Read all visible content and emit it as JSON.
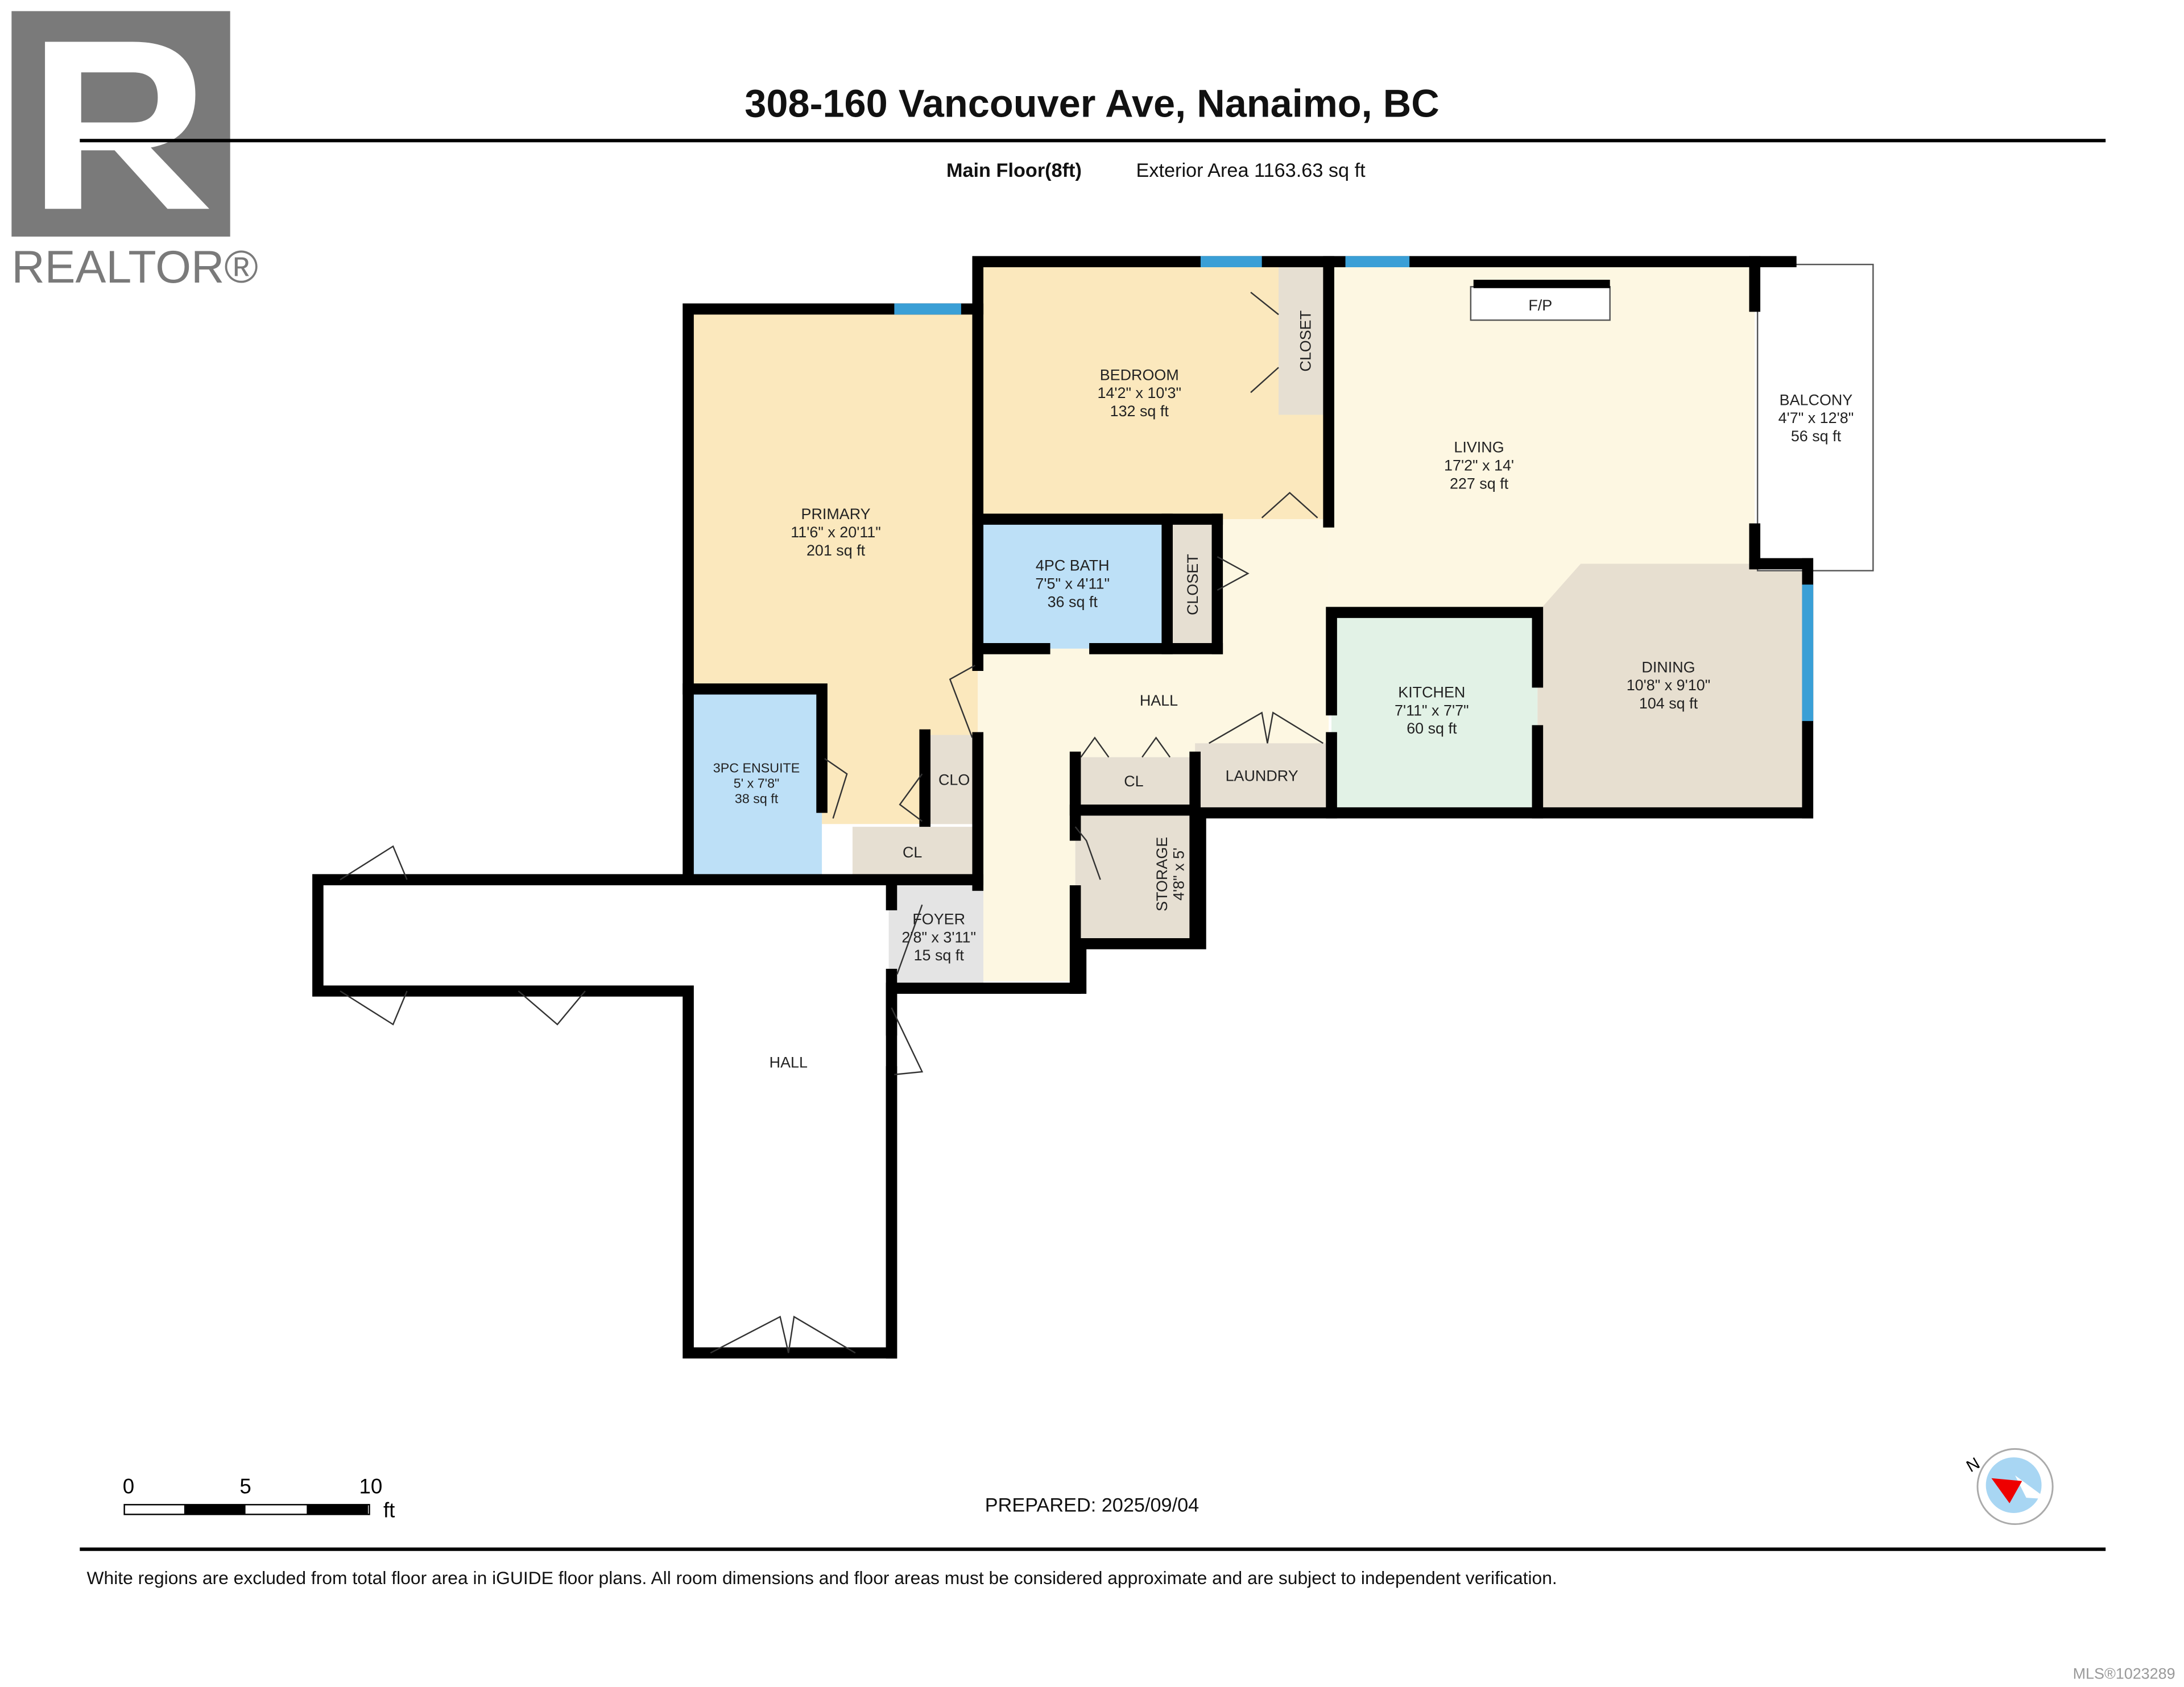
{
  "header": {
    "title": "308-160 Vancouver Ave, Nanaimo, BC",
    "floor": "Main Floor(8ft)",
    "exterior_area": "Exterior Area 1163.63 sq ft"
  },
  "logo": {
    "text": "REALTOR®"
  },
  "rooms": {
    "primary": {
      "name": "PRIMARY",
      "dims": "11'6\" x 20'11\"",
      "area": "201 sq ft"
    },
    "bedroom": {
      "name": "BEDROOM",
      "dims": "14'2\" x 10'3\"",
      "area": "132 sq ft"
    },
    "living": {
      "name": "LIVING",
      "dims": "17'2\" x 14'",
      "area": "227 sq ft"
    },
    "balcony": {
      "name": "BALCONY",
      "dims": "4'7\" x 12'8\"",
      "area": "56 sq ft"
    },
    "bath4": {
      "name": "4PC BATH",
      "dims": "7'5\" x 4'11\"",
      "area": "36 sq ft"
    },
    "kitchen": {
      "name": "KITCHEN",
      "dims": "7'11\" x 7'7\"",
      "area": "60 sq ft"
    },
    "dining": {
      "name": "DINING",
      "dims": "10'8\" x 9'10\"",
      "area": "104 sq ft"
    },
    "ensuite": {
      "name": "3PC ENSUITE",
      "dims": "5' x 7'8\"",
      "area": "38 sq ft"
    },
    "foyer": {
      "name": "FOYER",
      "dims": "2'8\" x 3'11\"",
      "area": "15 sq ft"
    },
    "storage": {
      "name": "STORAGE",
      "dims": "4'8\" x 5'"
    },
    "hall": "HALL",
    "hall2": "HALL",
    "closet1": "CLOSET",
    "closet2": "CLOSET",
    "clo": "CLO",
    "cl1": "CL",
    "cl2": "CL",
    "laundry": "LAUNDRY",
    "fp": "F/P"
  },
  "scale": {
    "ticks": [
      "0",
      "5",
      "10"
    ],
    "unit": "ft"
  },
  "prepared": "PREPARED: 2025/09/04",
  "compass": {
    "label": "N"
  },
  "disclaimer": "White regions are excluded from total floor area in iGUIDE floor plans. All room dimensions and floor areas must be considered approximate and are subject to independent verification.",
  "mls": "MLS®1023289",
  "colors": {
    "bedroom": "#fbe8bd",
    "living": "#fdf7e2",
    "bath": "#bde0f7",
    "kitchen": "#e2f2e6",
    "dining": "#e7dfd0",
    "closet": "#e6dfd2",
    "window": "#3a9fd6"
  }
}
